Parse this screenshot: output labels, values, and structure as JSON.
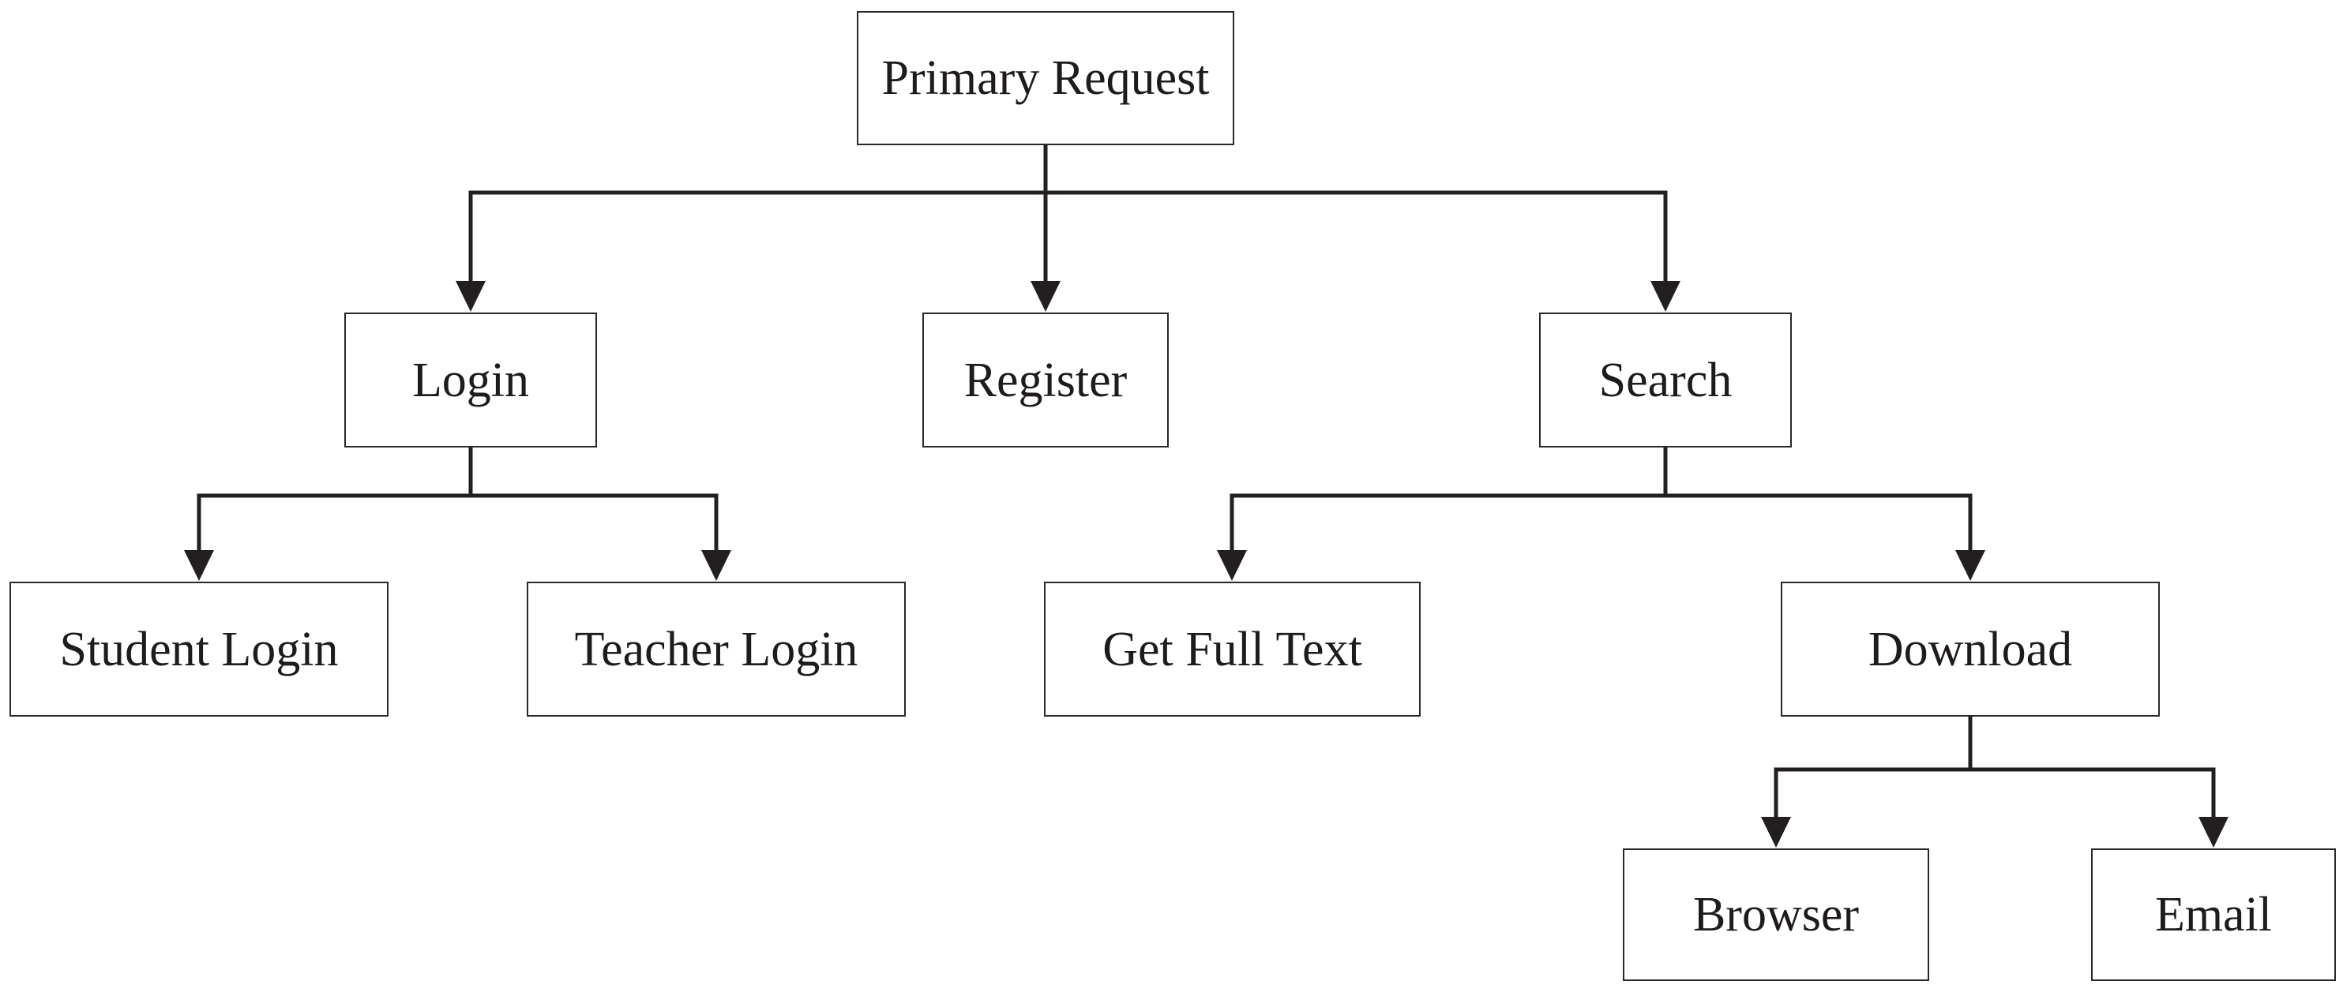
{
  "diagram": {
    "type": "tree-flowchart",
    "root": "Primary Request",
    "nodes": {
      "primary_request": {
        "label": "Primary Request"
      },
      "login": {
        "label": "Login"
      },
      "register": {
        "label": "Register"
      },
      "search": {
        "label": "Search"
      },
      "student_login": {
        "label": "Student Login"
      },
      "teacher_login": {
        "label": "Teacher Login"
      },
      "get_full_text": {
        "label": "Get Full Text"
      },
      "download": {
        "label": "Download"
      },
      "browser": {
        "label": "Browser"
      },
      "email": {
        "label": "Email"
      }
    },
    "edges": [
      {
        "from": "Primary Request",
        "to": "Login"
      },
      {
        "from": "Primary Request",
        "to": "Register"
      },
      {
        "from": "Primary Request",
        "to": "Search"
      },
      {
        "from": "Login",
        "to": "Student Login"
      },
      {
        "from": "Login",
        "to": "Teacher Login"
      },
      {
        "from": "Search",
        "to": "Get Full Text"
      },
      {
        "from": "Search",
        "to": "Download"
      },
      {
        "from": "Download",
        "to": "Browser"
      },
      {
        "from": "Download",
        "to": "Email"
      }
    ]
  },
  "colors": {
    "background": "#ffffff",
    "line": "#231f20",
    "box_border": "#2b2829",
    "box_fill": "#ffffff",
    "text": "#1f1b1c"
  }
}
